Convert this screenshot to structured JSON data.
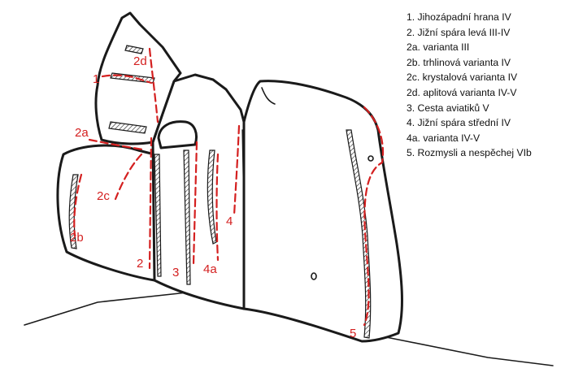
{
  "routes": [
    {
      "id": "1",
      "label": "1",
      "legend": "1. Jihozápadní hrana IV"
    },
    {
      "id": "2",
      "label": "2",
      "legend": "2. Jižní spára levá III-IV"
    },
    {
      "id": "2a",
      "label": "2a",
      "legend": "2a. varianta III"
    },
    {
      "id": "2b",
      "label": "2b",
      "legend": "2b. trhlinová varianta IV"
    },
    {
      "id": "2c",
      "label": "2c",
      "legend": "2c. krystalová varianta IV"
    },
    {
      "id": "2d",
      "label": "2d",
      "legend": "2d. aplitová varianta IV-V"
    },
    {
      "id": "3",
      "label": "3",
      "legend": "3. Cesta aviatiků V"
    },
    {
      "id": "4",
      "label": "4",
      "legend": "4. Jižní spára střední IV"
    },
    {
      "id": "4a",
      "label": "4a",
      "legend": "4a. varianta IV-V"
    },
    {
      "id": "5",
      "label": "5",
      "legend": "5. Rozmysli a nespěchej VIb"
    }
  ],
  "colors": {
    "route": "#d42020",
    "outline": "#1a1a1a"
  }
}
